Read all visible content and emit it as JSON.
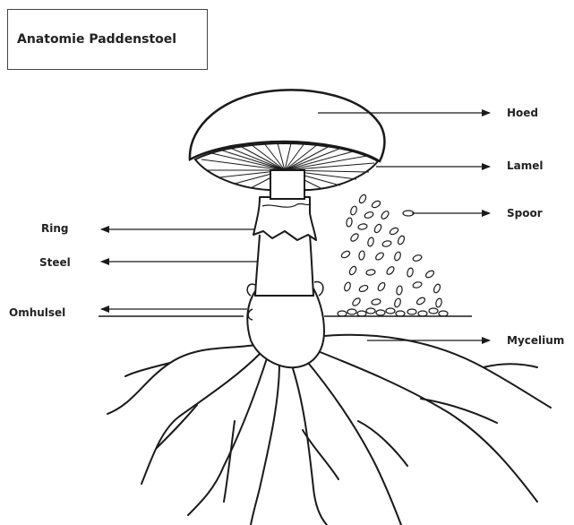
{
  "title": "Anatomie Paddenstoel",
  "labels": {
    "hoed": "Hoed",
    "lamel": "Lamel",
    "spoor": "Spoor",
    "ring": "Ring",
    "steel": "Steel",
    "omhulsel": "Omhulsel",
    "mycelium": "Mycelium"
  },
  "colors": {
    "line": "#1a1a1a",
    "text": "#222222"
  }
}
